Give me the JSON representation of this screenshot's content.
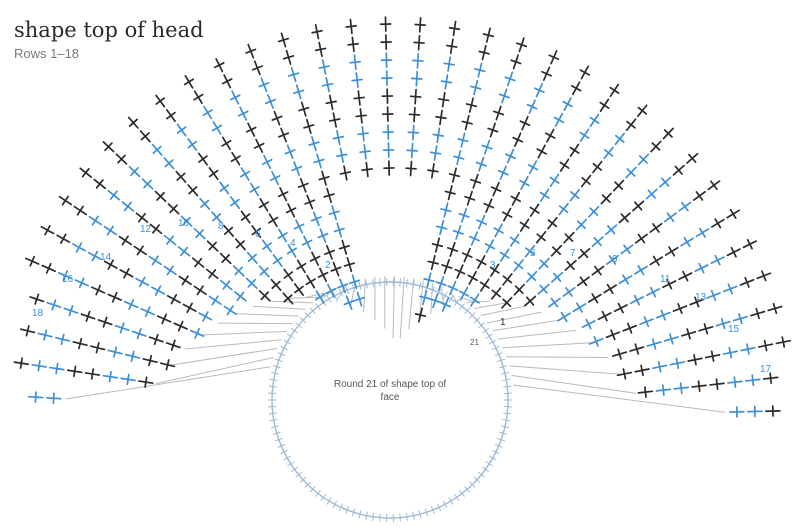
{
  "header": {
    "title": "shape top of head",
    "subtitle": "Rows 1–18"
  },
  "diagram": {
    "center_label": "Round 21 of shape top of face",
    "left_row_labels": [
      "2",
      "4",
      "6",
      "8",
      "10",
      "12",
      "14",
      "16",
      "18"
    ],
    "right_row_labels": [
      "1",
      "3",
      "5",
      "7",
      "9",
      "11",
      "13",
      "15",
      "17"
    ],
    "center_small_labels": [
      "1",
      "21"
    ],
    "colors": {
      "blue": "#3d8fd6",
      "dark": "#2b2b2b",
      "line": "#b9b9b9",
      "round": "#9db9d6",
      "text": "#555555"
    }
  }
}
